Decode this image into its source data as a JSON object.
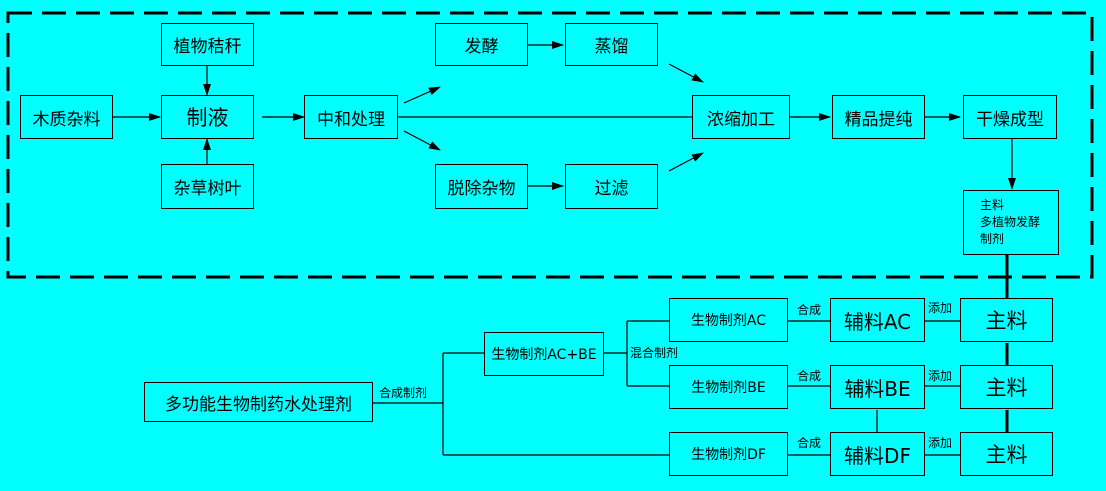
{
  "upper": {
    "raw_wood": "木质杂料",
    "straw": "植物秸秆",
    "make_liquid": "制液",
    "weeds_leaves": "杂草树叶",
    "neutralize": "中和处理",
    "ferment": "发酵",
    "distill": "蒸馏",
    "remove_impurities": "脱除杂物",
    "filter": "过滤",
    "concentrate": "浓缩加工",
    "refine": "精品提纯",
    "dry_form": "干燥成型",
    "main_product": [
      "主料",
      "多植物发酵",
      "制剂"
    ]
  },
  "lower": {
    "source": "多功能生物制药水处理剂",
    "synth_label": "合成制剂",
    "bio_acbe": "生物制剂AC+BE",
    "mix_label": "混合制剂",
    "bio_ac": "生物制剂AC",
    "bio_be": "生物制剂BE",
    "bio_df": "生物制剂DF",
    "synth_ac": "合成",
    "synth_be": "合成",
    "synth_df": "合成",
    "aux_ac": "辅料AC",
    "aux_be": "辅料BE",
    "aux_df": "辅料DF",
    "add_ac": "添加",
    "add_be": "添加",
    "add_df": "添加",
    "main_ac": "主料",
    "main_be": "主料",
    "main_df": "主料"
  }
}
